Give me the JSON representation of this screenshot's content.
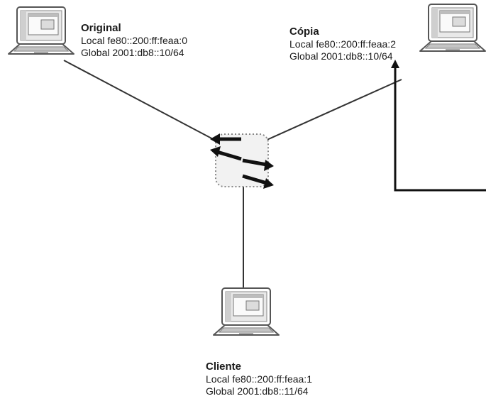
{
  "nodes": {
    "original": {
      "name": "Original",
      "local": "Local fe80::200:ff:feaa:0",
      "global": "Global  2001:db8::10/64"
    },
    "copia": {
      "name": "Cópia",
      "local": "Local fe80::200:ff:feaa:2",
      "global": "Global  2001:db8::10/64"
    },
    "cliente": {
      "name": "Cliente",
      "local": "Local fe80::200:ff:feaa:1",
      "global": "Global 2001:db8::11/64"
    }
  },
  "icons": {
    "laptop": "laptop-icon",
    "switch": "network-switch-icon"
  },
  "colors": {
    "line": "#333333",
    "arrow": "#111111",
    "switch_border": "#888888",
    "switch_fill": "#f2f2f2"
  }
}
